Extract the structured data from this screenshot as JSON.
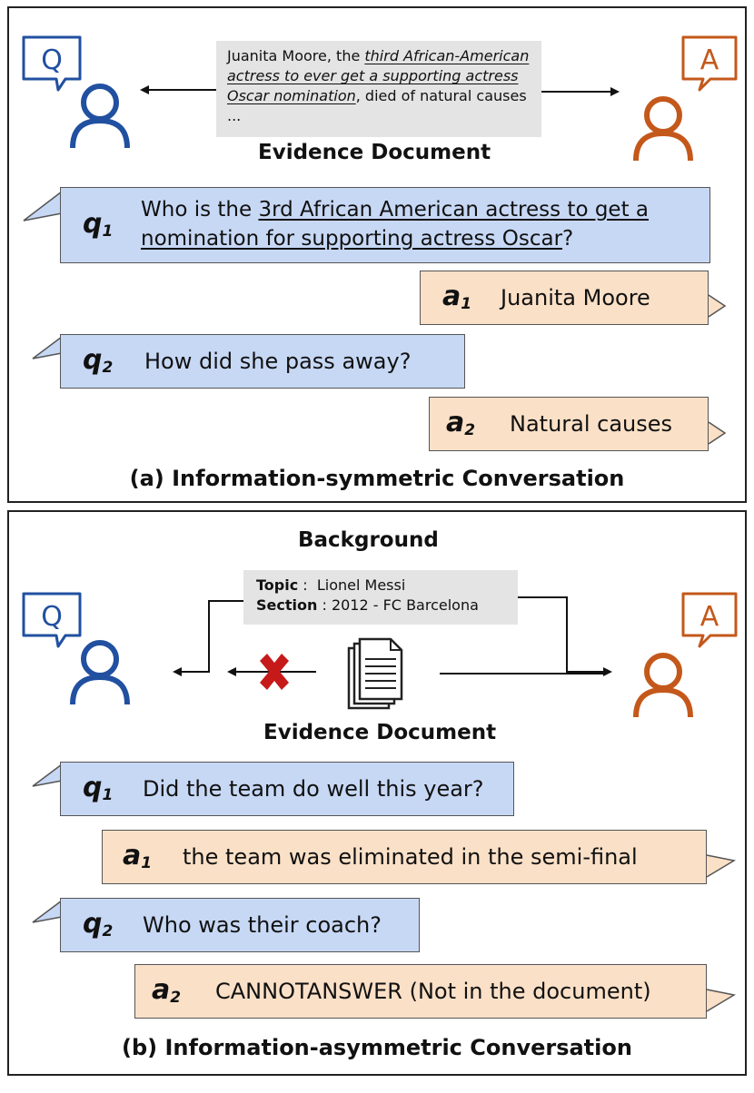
{
  "colors": {
    "question_blue": "#2150a0",
    "answer_orange": "#c4581b",
    "q_bubble_fill": "#c7d8f5",
    "a_bubble_fill": "#fae0c7",
    "doc_box_fill": "#e4e4e4",
    "cross_red": "#c61a1a"
  },
  "icons": {
    "questioner": "person-outline-icon",
    "answerer": "person-outline-icon",
    "q_badge": "speech-bubble-Q-icon",
    "a_badge": "speech-bubble-A-icon",
    "document": "document-stack-icon",
    "blocked": "red-x-icon"
  },
  "panel_a": {
    "q_badge_letter": "Q",
    "a_badge_letter": "A",
    "doc_text": {
      "part1": "Juanita Moore, the ",
      "part2_emph": "third African-American actress to ever get a supporting actress Oscar nomination",
      "part3": ", died of natural causes ..."
    },
    "doc_title": "Evidence Document",
    "turns": [
      {
        "role": "q",
        "label": "q",
        "index": "1",
        "text_plain": "Who is the ",
        "text_underlined": "3rd African American actress to get a nomination for supporting actress Oscar",
        "text_end": "?"
      },
      {
        "role": "a",
        "label": "a",
        "index": "1",
        "text": "Juanita Moore"
      },
      {
        "role": "q",
        "label": "q",
        "index": "2",
        "text": "How did she pass away?"
      },
      {
        "role": "a",
        "label": "a",
        "index": "2",
        "text": "Natural causes"
      }
    ],
    "caption": "(a) Information-symmetric Conversation"
  },
  "panel_b": {
    "q_badge_letter": "Q",
    "a_badge_letter": "A",
    "background_title": "Background",
    "topic_label": "Topic",
    "topic_value": "Lionel Messi",
    "section_label": "Section",
    "section_value": "2012 - FC Barcelona",
    "doc_title": "Evidence Document",
    "turns": [
      {
        "role": "q",
        "label": "q",
        "index": "1",
        "text": "Did the team do well this year?"
      },
      {
        "role": "a",
        "label": "a",
        "index": "1",
        "text": "the team was eliminated in the semi-final"
      },
      {
        "role": "q",
        "label": "q",
        "index": "2",
        "text": "Who was their coach?"
      },
      {
        "role": "a",
        "label": "a",
        "index": "2",
        "text": "CANNOTANSWER (Not in the document)"
      }
    ],
    "caption": "(b) Information-asymmetric Conversation"
  }
}
